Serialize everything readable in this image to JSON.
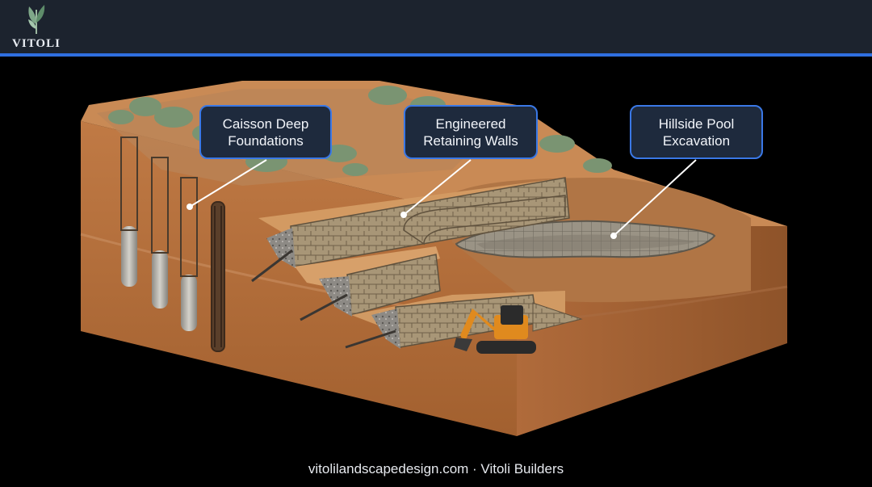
{
  "header": {
    "logo_text": "VITOLI",
    "accent_color": "#2f6fe0",
    "background_color": "#1c232e",
    "logo_icon": "leaf-sprig-icon"
  },
  "callouts": [
    {
      "line1": "Caisson Deep",
      "line2": "Foundations"
    },
    {
      "line1": "Engineered",
      "line2": "Retaining Walls"
    },
    {
      "line1": "Hillside Pool",
      "line2": "Excavation"
    }
  ],
  "footer": {
    "text": "vitolilandscapedesign.com · Vitoli Builders"
  },
  "colors": {
    "soil_top": "#c98a55",
    "soil_front": "#b87545",
    "stone": "#9d8c70",
    "excavator": "#e08a1e",
    "callout_border": "#3a78e6",
    "callout_fill": "#1e2a3d"
  }
}
